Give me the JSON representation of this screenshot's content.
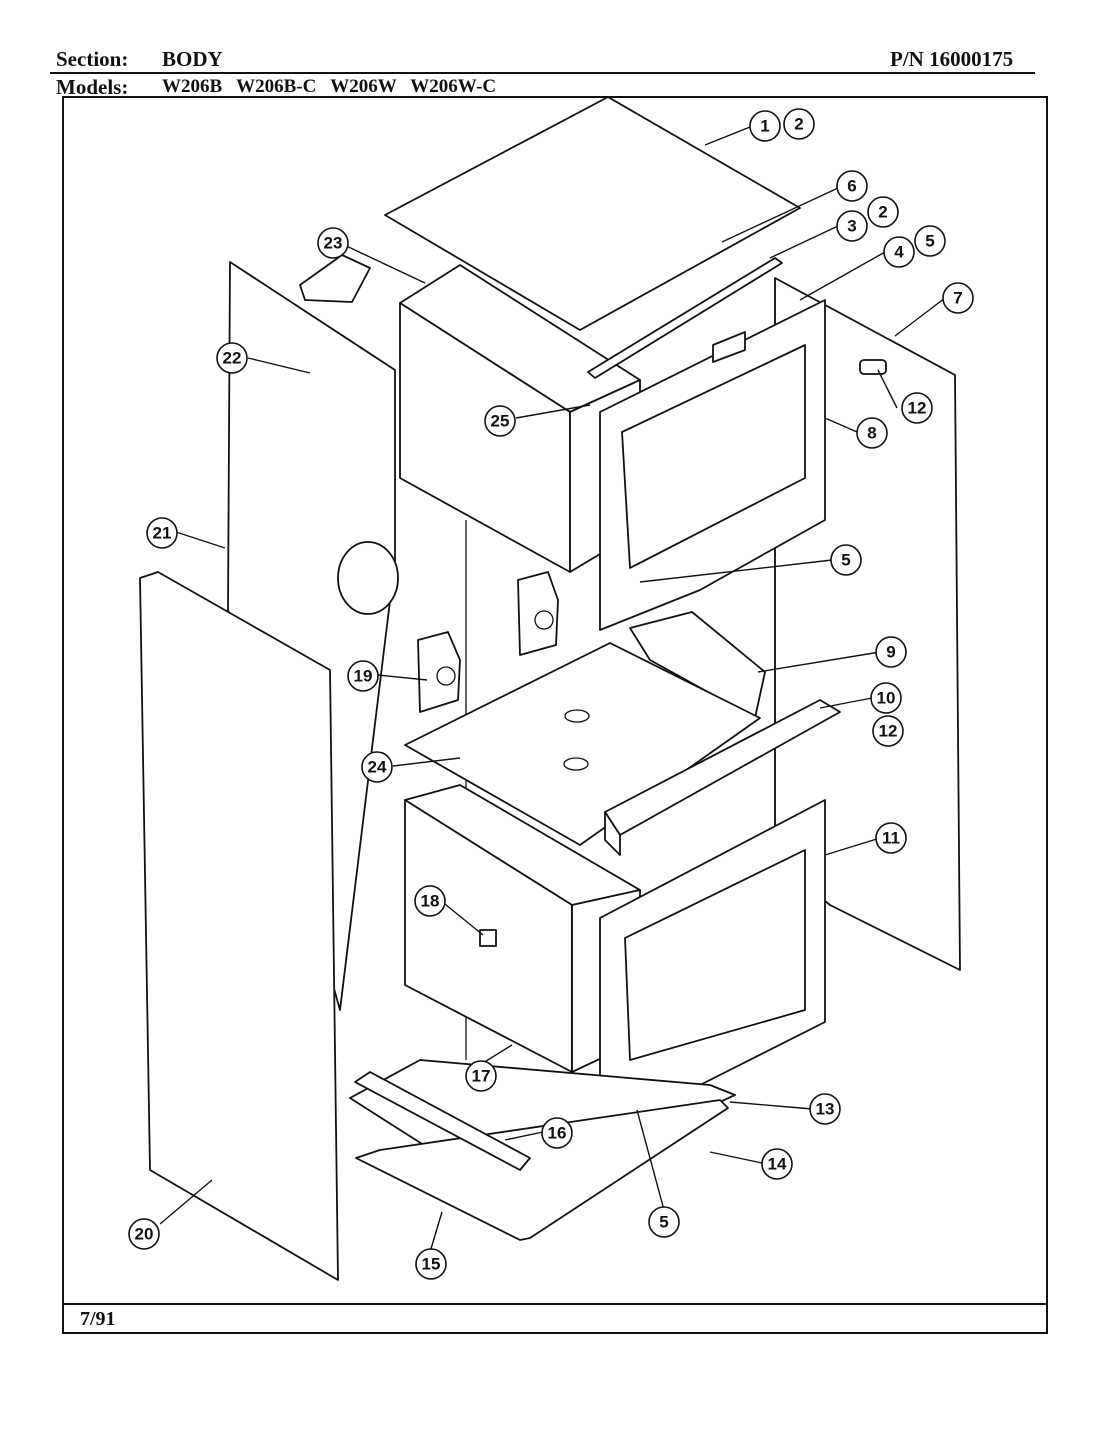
{
  "header": {
    "section_label": "Section:",
    "section_value": "BODY",
    "pn": "P/N 16000175",
    "models_label": "Models:",
    "models": "W206B   W206B-C   W206W   W206W-C"
  },
  "footer": {
    "date": "7/91"
  },
  "callouts": [
    "1",
    "2",
    "2",
    "3",
    "4",
    "5",
    "5",
    "5",
    "6",
    "7",
    "8",
    "9",
    "10",
    "11",
    "12",
    "12",
    "13",
    "14",
    "15",
    "16",
    "17",
    "18",
    "19",
    "20",
    "21",
    "22",
    "23",
    "24",
    "25"
  ]
}
